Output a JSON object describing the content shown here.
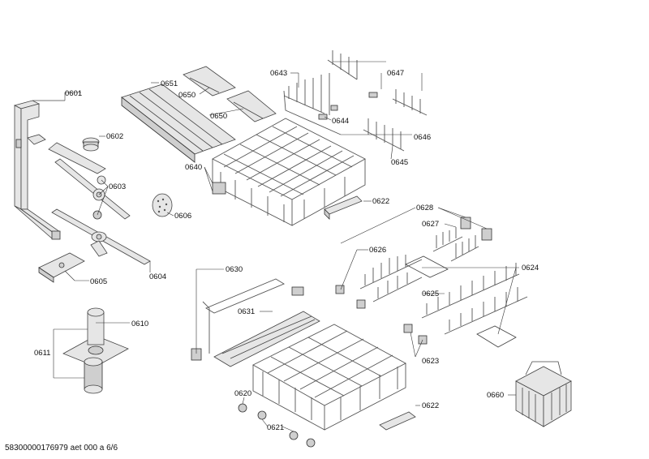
{
  "labels": {
    "l0601": "0601",
    "l0602": "0602",
    "l0603": "0603",
    "l0604": "0604",
    "l0605": "0605",
    "l0606": "0606",
    "l0610": "0610",
    "l0611": "0611",
    "l0620": "0620",
    "l0621": "0621",
    "l0622a": "0622",
    "l0622b": "0622",
    "l0623": "0623",
    "l0624": "0624",
    "l0625": "0625",
    "l0626": "0626",
    "l0627": "0627",
    "l0628": "0628",
    "l0630": "0630",
    "l0631": "0631",
    "l0640": "0640",
    "l0643": "0643",
    "l0644": "0644",
    "l0645": "0645",
    "l0646": "0646",
    "l0647": "0647",
    "l0650a": "0650",
    "l0650b": "0650",
    "l0651": "0651",
    "l0660": "0660"
  },
  "footer": "58300000176979 aet 000 a 6/6"
}
